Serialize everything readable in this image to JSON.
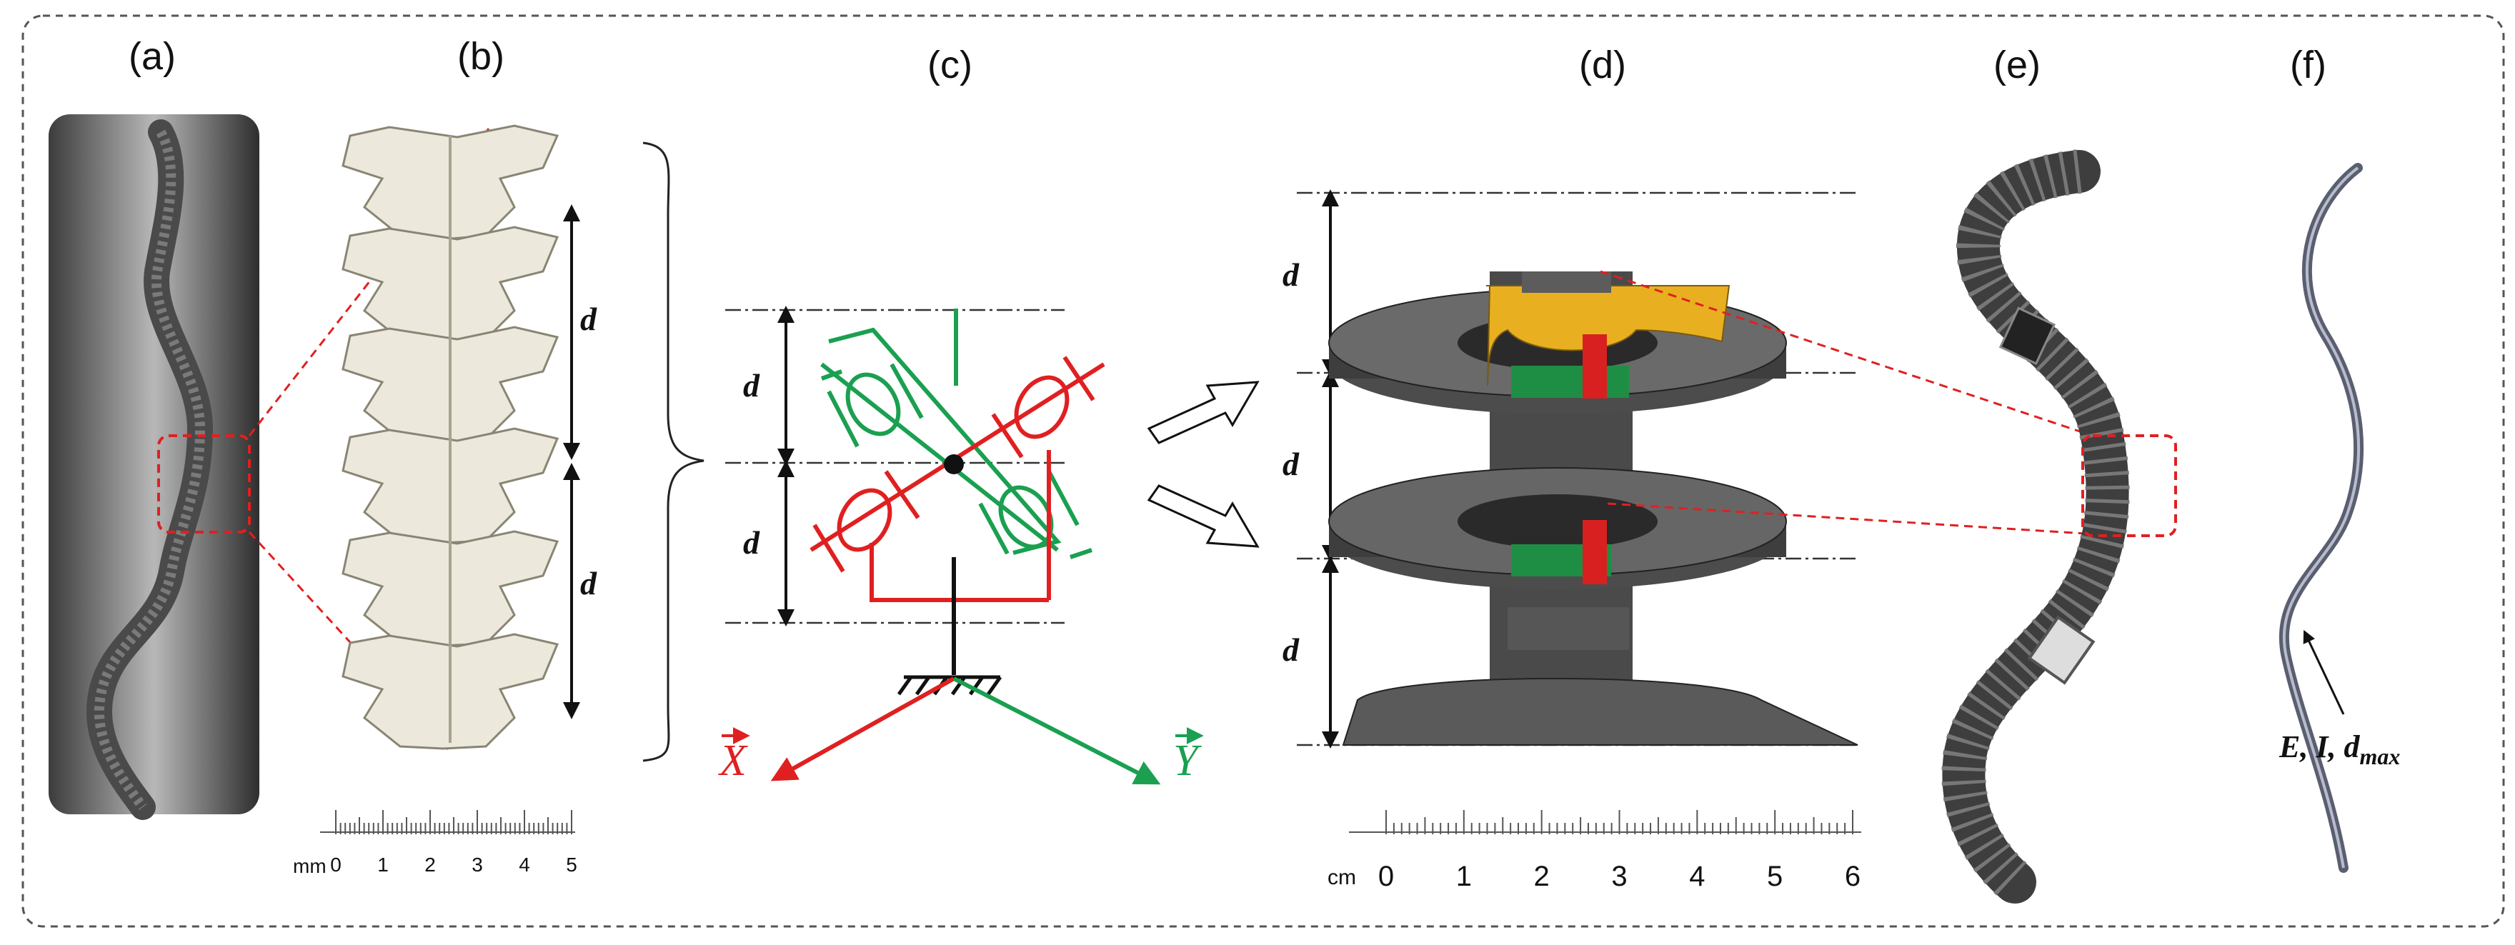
{
  "panels": [
    {
      "label": "(a)"
    },
    {
      "label": "(b)"
    },
    {
      "label": "(c)"
    },
    {
      "label": "(d)"
    },
    {
      "label": "(e)"
    },
    {
      "label": "(f)"
    }
  ],
  "dimension_symbol": "d",
  "axes": {
    "x": "X",
    "y": "Y",
    "x_color": "#e02020",
    "y_color": "#1aa050"
  },
  "scale_b": {
    "unit": "mm",
    "ticks": [
      "0",
      "1",
      "2",
      "3",
      "4",
      "5"
    ]
  },
  "scale_d": {
    "unit": "cm",
    "ticks": [
      "0",
      "1",
      "2",
      "3",
      "4",
      "5",
      "6"
    ]
  },
  "annotation_f": {
    "E": "E",
    "I": "I",
    "d": "d",
    "sub": "max"
  },
  "colors": {
    "red": "#e02020",
    "green": "#1aa050",
    "highlight_box": "#e02020",
    "gold": "#e8b020"
  }
}
